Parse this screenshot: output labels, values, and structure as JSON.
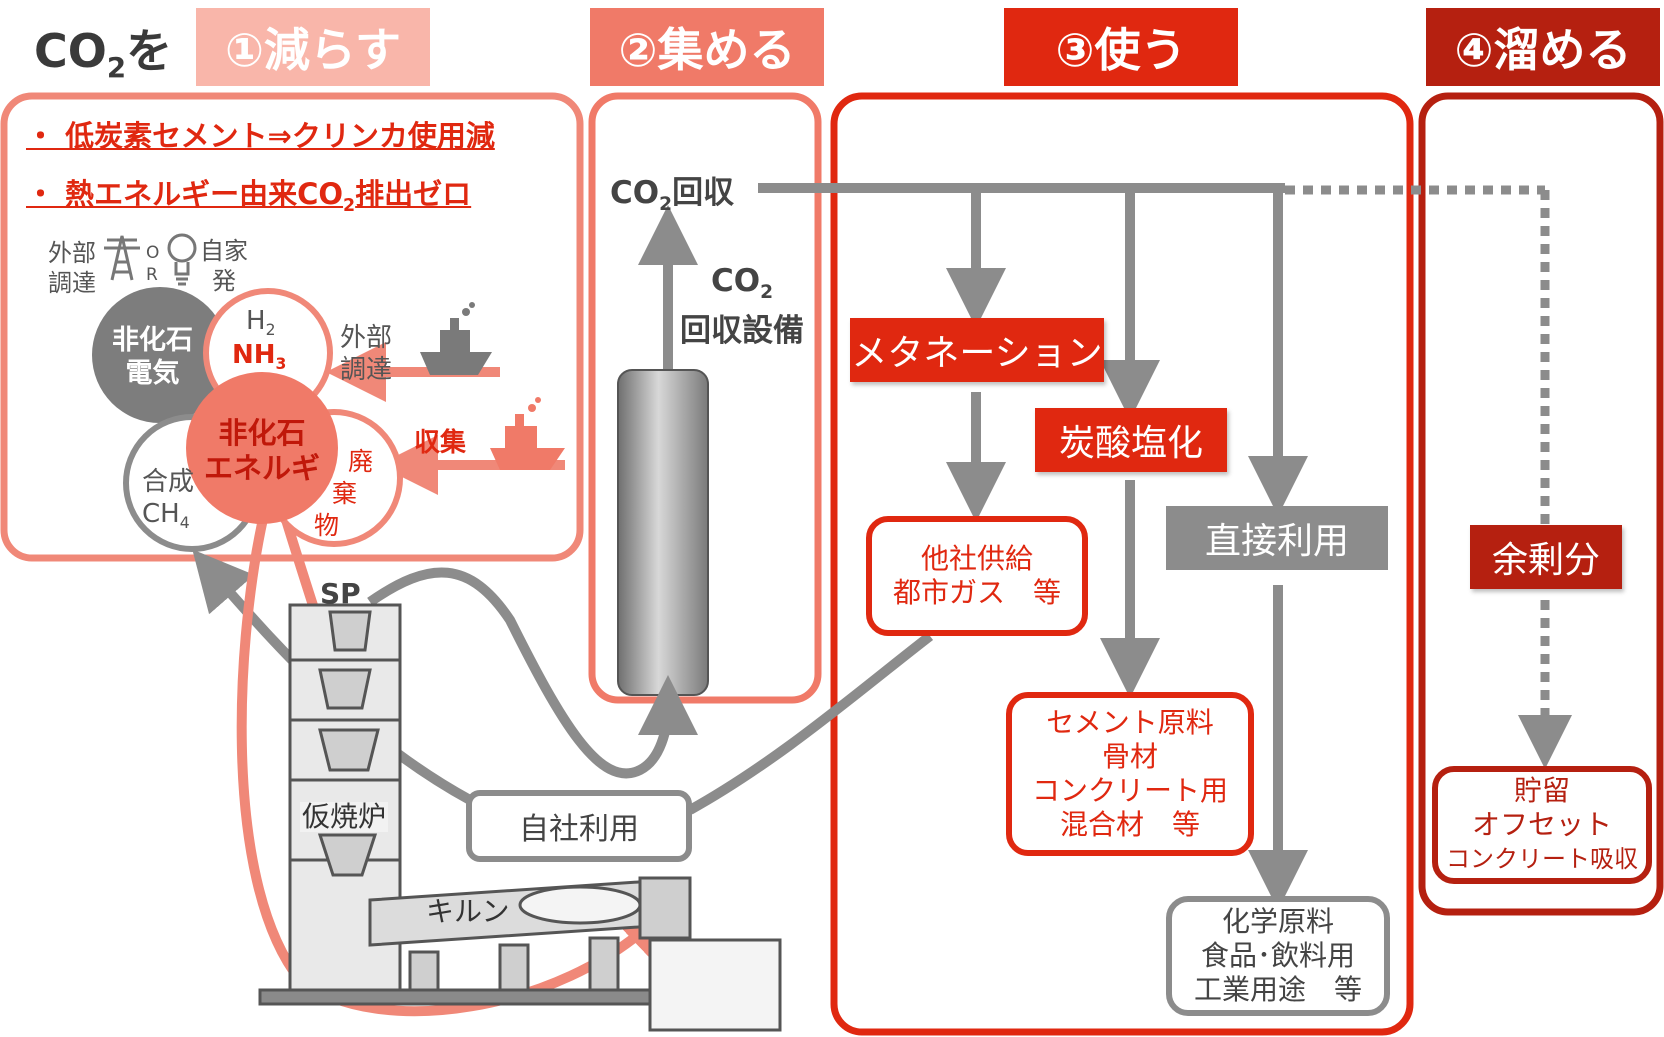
{
  "colors": {
    "reduce": "#f08878",
    "collect": "#f07a68",
    "use": "#e02810",
    "store": "#b52010",
    "gray": "#8c8c8c",
    "darkgray": "#777777"
  },
  "title": {
    "prefix": "CO",
    "sub": "2",
    "suffix": "を"
  },
  "steps": [
    {
      "label": "①減らす"
    },
    {
      "label": "②集める"
    },
    {
      "label": "③使う"
    },
    {
      "label": "④溜める"
    }
  ],
  "reduce": {
    "bullet1": "・ 低炭素セメント⇒クリンカ使用減",
    "bullet2_a": "・ 熱エネルギー由来CO",
    "bullet2_sub": "2",
    "bullet2_b": "排出ゼロ",
    "ext_line1": "外部",
    "ext_line2": "調達",
    "or1": "O",
    "or2": "R",
    "self_line1": "自家",
    "self_line2": "発",
    "nonfossil_elec_1": "非化石",
    "nonfossil_elec_2": "電気",
    "h2": "H",
    "h2_sub": "2",
    "nh3": "NH",
    "nh3_sub": "3",
    "nonfossil_energy_1": "非化石",
    "nonfossil_energy_2": "エネルギ",
    "synth_1": "合成",
    "synth_2": "CH",
    "synth_sub": "4",
    "waste_1": "廃",
    "waste_2": "棄",
    "waste_3": "物",
    "import_1": "外部",
    "import_2": "調達",
    "collect": "収集"
  },
  "collect": {
    "recovery_a": "CO",
    "recovery_sub": "2",
    "recovery_b": "回収",
    "equip_1a": "CO",
    "equip_1sub": "2",
    "equip_2": "回収設備"
  },
  "use": {
    "methanation": "メタネーション",
    "carbonation": "炭酸塩化",
    "direct": "直接利用",
    "supply_1": "他社供給",
    "supply_2": "都市ガス　等",
    "cement_1": "セメント原料",
    "cement_2": "骨材",
    "cement_3": "コンクリート用",
    "cement_4": "混合材　等",
    "chem_1": "化学原料",
    "chem_2": "食品･飲料用",
    "chem_3": "工業用途　等"
  },
  "store": {
    "surplus": "余剰分",
    "storage_1": "貯留",
    "storage_2": "オフセット",
    "storage_3": "コンクリート吸収"
  },
  "plant": {
    "sp": "SP",
    "calciner": "仮焼炉",
    "kiln": "キルン",
    "self_use": "自社利用"
  }
}
